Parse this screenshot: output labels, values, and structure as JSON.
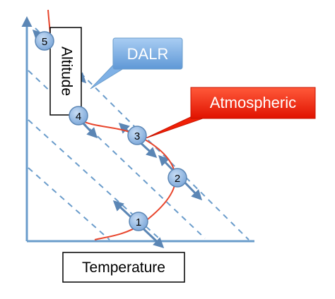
{
  "labels": {
    "temperature": "Temperature",
    "altitude": "Altitude",
    "dalr": "DALR",
    "atmospheric": "Atmospheric"
  },
  "points": [
    "1",
    "2",
    "3",
    "4",
    "5"
  ],
  "colors": {
    "axis": "#6a9ccb",
    "dalr_line": "#6a9ccb",
    "arrow": "#5b86b5",
    "point_fill": "#8fb5e2",
    "point_stroke": "#5b86b5",
    "atmospheric_curve": "#e8452c",
    "dalr_callout_fill": "#7fb1e6",
    "atmospheric_callout_fill": "#f01f06"
  }
}
